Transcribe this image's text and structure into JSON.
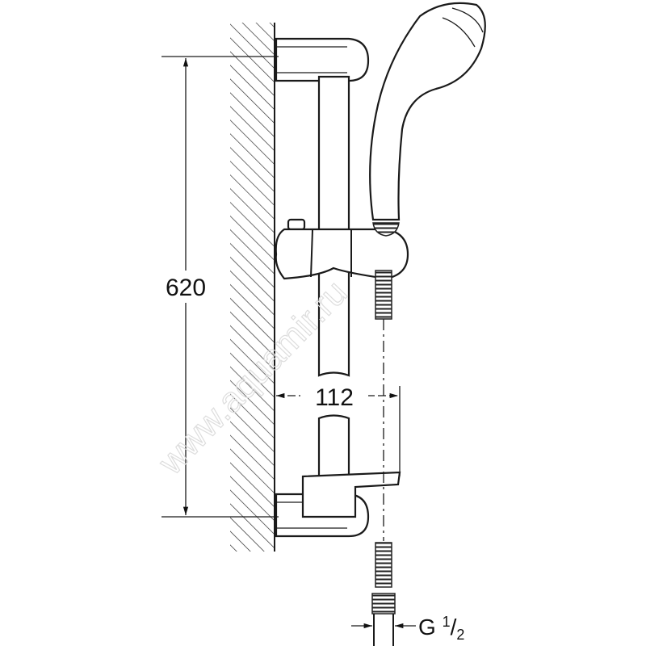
{
  "dimensions": {
    "height": "620",
    "offset": "112",
    "thread_prefix": "G",
    "thread_num": "1",
    "thread_den": "2"
  },
  "watermark": "www.aquamir.ru"
}
